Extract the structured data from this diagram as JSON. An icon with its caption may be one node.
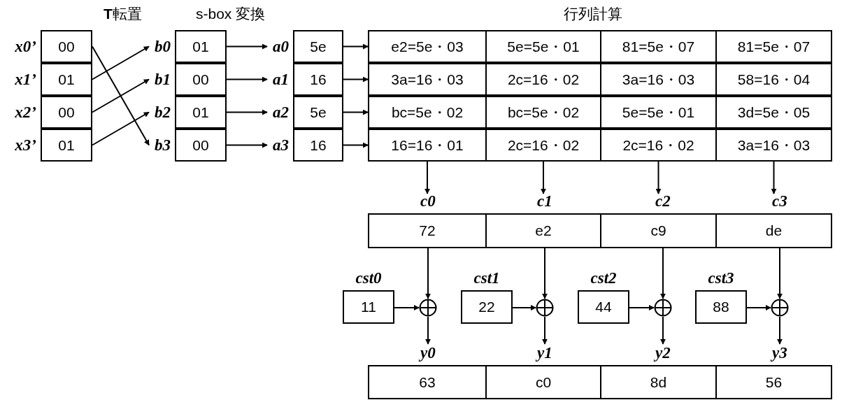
{
  "diagram": {
    "nodes": [
      {
        "text": [
          "00"
        ],
        "beside": [
          "x0’"
        ]
      },
      {
        "text": [
          "01"
        ],
        "beside": [
          "x1’"
        ]
      },
      {
        "text": [
          "00"
        ],
        "beside": [
          "x2’"
        ]
      },
      {
        "text": [
          "01"
        ],
        "beside": [
          "x3’"
        ]
      },
      {
        "text": [
          "01"
        ],
        "beside": [
          "b0"
        ]
      },
      {
        "text": [
          "00"
        ],
        "beside": [
          "b1"
        ]
      },
      {
        "text": [
          "01"
        ],
        "beside": [
          "b2"
        ]
      },
      {
        "text": [
          "00"
        ],
        "beside": [
          "b3"
        ]
      },
      {
        "text": [
          "5e"
        ],
        "beside": [
          "a0"
        ]
      },
      {
        "text": [
          "16"
        ],
        "beside": [
          "a1"
        ]
      },
      {
        "text": [
          "5e"
        ],
        "beside": [
          "a2"
        ]
      },
      {
        "text": [
          "16"
        ],
        "beside": [
          "a3"
        ]
      },
      {
        "text": [
          "e2=5e・03"
        ]
      },
      {
        "text": [
          "5e=5e・01"
        ]
      },
      {
        "text": [
          "81=5e・07"
        ]
      },
      {
        "text": [
          "81=5e・07"
        ]
      },
      {
        "text": [
          "3a=16・03"
        ]
      },
      {
        "text": [
          "2c=16・02"
        ]
      },
      {
        "text": [
          "3a=16・03"
        ]
      },
      {
        "text": [
          "58=16・04"
        ]
      },
      {
        "text": [
          "bc=5e・02"
        ]
      },
      {
        "text": [
          "bc=5e・02"
        ]
      },
      {
        "text": [
          "5e=5e・01"
        ]
      },
      {
        "text": [
          "3d=5e・05"
        ]
      },
      {
        "text": [
          "16=16・01"
        ]
      },
      {
        "text": [
          "2c=16・02"
        ]
      },
      {
        "text": [
          "2c=16・02"
        ]
      },
      {
        "text": [
          "3a=16・03"
        ]
      },
      {
        "text": [
          "72"
        ],
        "beside": [
          "c0"
        ]
      },
      {
        "text": [
          "e2"
        ],
        "beside": [
          "c1"
        ]
      },
      {
        "text": [
          "c9"
        ],
        "beside": [
          "c2"
        ]
      },
      {
        "text": [
          "de"
        ],
        "beside": [
          "c3"
        ]
      },
      {
        "text": [
          "11"
        ],
        "beside": [
          "cst0"
        ]
      },
      {
        "text": [
          "22"
        ],
        "beside": [
          "cst1"
        ]
      },
      {
        "text": [
          "44"
        ],
        "beside": [
          "cst2"
        ]
      },
      {
        "text": [
          "88"
        ],
        "beside": [
          "cst3"
        ]
      },
      {
        "text": [],
        "shape": "circle"
      },
      {
        "text": [],
        "shape": "circle"
      },
      {
        "text": [],
        "shape": "circle"
      },
      {
        "text": [],
        "shape": "circle"
      },
      {
        "text": [
          "63"
        ],
        "beside": [
          "y0"
        ]
      },
      {
        "text": [
          "c0"
        ],
        "beside": [
          "y1"
        ]
      },
      {
        "text": [
          "8d"
        ],
        "beside": [
          "y2"
        ]
      },
      {
        "text": [
          "56"
        ],
        "beside": [
          "y3"
        ]
      }
    ],
    "edges": [
      {
        "from": 0,
        "to": 7,
        "arrow": "to"
      },
      {
        "from": 1,
        "to": 4,
        "arrow": "to"
      },
      {
        "from": 2,
        "to": 5,
        "arrow": "to"
      },
      {
        "from": 3,
        "to": 6,
        "arrow": "to"
      },
      {
        "from": 4,
        "to": 8,
        "arrow": "to"
      },
      {
        "from": 5,
        "to": 9,
        "arrow": "to"
      },
      {
        "from": 6,
        "to": 10,
        "arrow": "to"
      },
      {
        "from": 7,
        "to": 11,
        "arrow": "to"
      },
      {
        "from": 8,
        "to": 12,
        "arrow": "to"
      },
      {
        "from": 9,
        "to": 16,
        "arrow": "to"
      },
      {
        "from": 10,
        "to": 20,
        "arrow": "to"
      },
      {
        "from": 11,
        "to": 24,
        "arrow": "to"
      },
      {
        "from": 24,
        "to": 28,
        "arrow": "to"
      },
      {
        "from": 25,
        "to": 29,
        "arrow": "to"
      },
      {
        "from": 26,
        "to": 30,
        "arrow": "to"
      },
      {
        "from": 27,
        "to": 31,
        "arrow": "to"
      },
      {
        "from": 28,
        "to": 36,
        "arrow": "to"
      },
      {
        "from": 32,
        "to": 36,
        "arrow": "to"
      },
      {
        "from": 36,
        "to": 40,
        "arrow": "to"
      },
      {
        "from": 29,
        "to": 37,
        "arrow": "to"
      },
      {
        "from": 33,
        "to": 37,
        "arrow": "to"
      },
      {
        "from": 37,
        "to": 41,
        "arrow": "to"
      },
      {
        "from": 30,
        "to": 38,
        "arrow": "to"
      },
      {
        "from": 34,
        "to": 38,
        "arrow": "to"
      },
      {
        "from": 38,
        "to": 42,
        "arrow": "to"
      },
      {
        "from": 31,
        "to": 39,
        "arrow": "to"
      },
      {
        "from": 35,
        "to": 39,
        "arrow": "to"
      },
      {
        "from": 39,
        "to": 43,
        "arrow": "to"
      }
    ],
    "labels": [
      "**T**転置",
      "s-box 変換",
      "行列計算"
    ]
  }
}
